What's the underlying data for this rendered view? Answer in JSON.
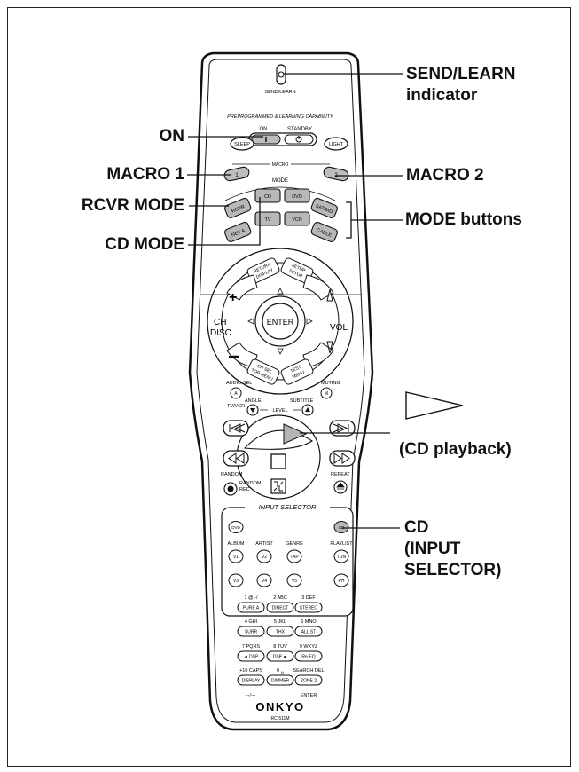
{
  "callouts": {
    "send_learn": [
      "SEND/LEARN",
      "indicator"
    ],
    "on": "ON",
    "macro1": "MACRO 1",
    "macro2": "MACRO 2",
    "rcvr_mode": "RCVR MODE",
    "mode_buttons": "MODE buttons",
    "cd_mode": "CD MODE",
    "play_symbol": "play-triangle-outline-icon",
    "cd_playback": "(CD playback)",
    "cd_input": [
      "CD",
      "(INPUT",
      "SELECTOR)"
    ]
  },
  "remote": {
    "send_learn": "SEND/LEARN",
    "capability": "PREPROGRAMMED & LEARNING CAPABILITY",
    "on": "ON",
    "standby": "STANDBY",
    "sleep": "SLEEP",
    "light": "LIGHT",
    "macro": "MACRO",
    "macro1": "1",
    "macro2": "2",
    "mode": "MODE",
    "modes_row1": [
      "RCVR",
      "CD",
      "DVD",
      "SAT/MD"
    ],
    "modes_row2": [
      "NET A",
      "TV",
      "VCR",
      "CABLE"
    ],
    "return_display": [
      "RETURN",
      "DISPLAY"
    ],
    "setup": [
      "SETUP",
      "SETUP"
    ],
    "ch": "CH",
    "disc": "DISC",
    "enter": "ENTER",
    "vol": "VOL",
    "ch_sel": [
      "CH SEL",
      "TOP MENU"
    ],
    "test_menu": [
      "TEST",
      "MENU"
    ],
    "audio_sel": "AUDIO SEL",
    "muting": "MUTING",
    "a_key": "A",
    "m_key": "M",
    "tv_vcr": "TV/VCR",
    "angle": "ANGLE",
    "subtitle": "SUBTITLE",
    "level": "LEVEL",
    "random": "RANDOM",
    "random_rec": [
      "RANDOM",
      "REC"
    ],
    "repeat": "REPEAT",
    "input_selector": "INPUT SELECTOR",
    "dvd": "DVD",
    "cd": "CD",
    "inputs_labels": [
      "ALBUM",
      "ARTIST",
      "GENRE",
      "PLAYLIST"
    ],
    "inputs_row1": [
      "V1",
      "V2",
      "TAP",
      "TUN"
    ],
    "inputs_row2": [
      "V3",
      "V4",
      "V5",
      "PH"
    ],
    "num_labels": [
      [
        "1 @.-/",
        "2 ABC",
        "3 DEF"
      ],
      [
        "4 GHI",
        "5 JKL",
        "6 MNO"
      ],
      [
        "7 PQRS",
        "8 TUV",
        "9 WXYZ"
      ],
      [
        "+10 CAPS",
        "0 ␣",
        "SEARCH DEL"
      ]
    ],
    "num_keys": [
      [
        "PURE A",
        "DIRECT",
        "STEREO"
      ],
      [
        "SURR",
        "THX",
        "ALL ST"
      ],
      [
        "◄ DSP",
        "DSP ►",
        "Re-EQ"
      ],
      [
        "DISPLAY",
        "DIMMER",
        "ZONE 2"
      ]
    ],
    "dash_label": "--/---",
    "enter_label": "ENTER",
    "brand": "ONKYO",
    "model": "RC-511M"
  }
}
